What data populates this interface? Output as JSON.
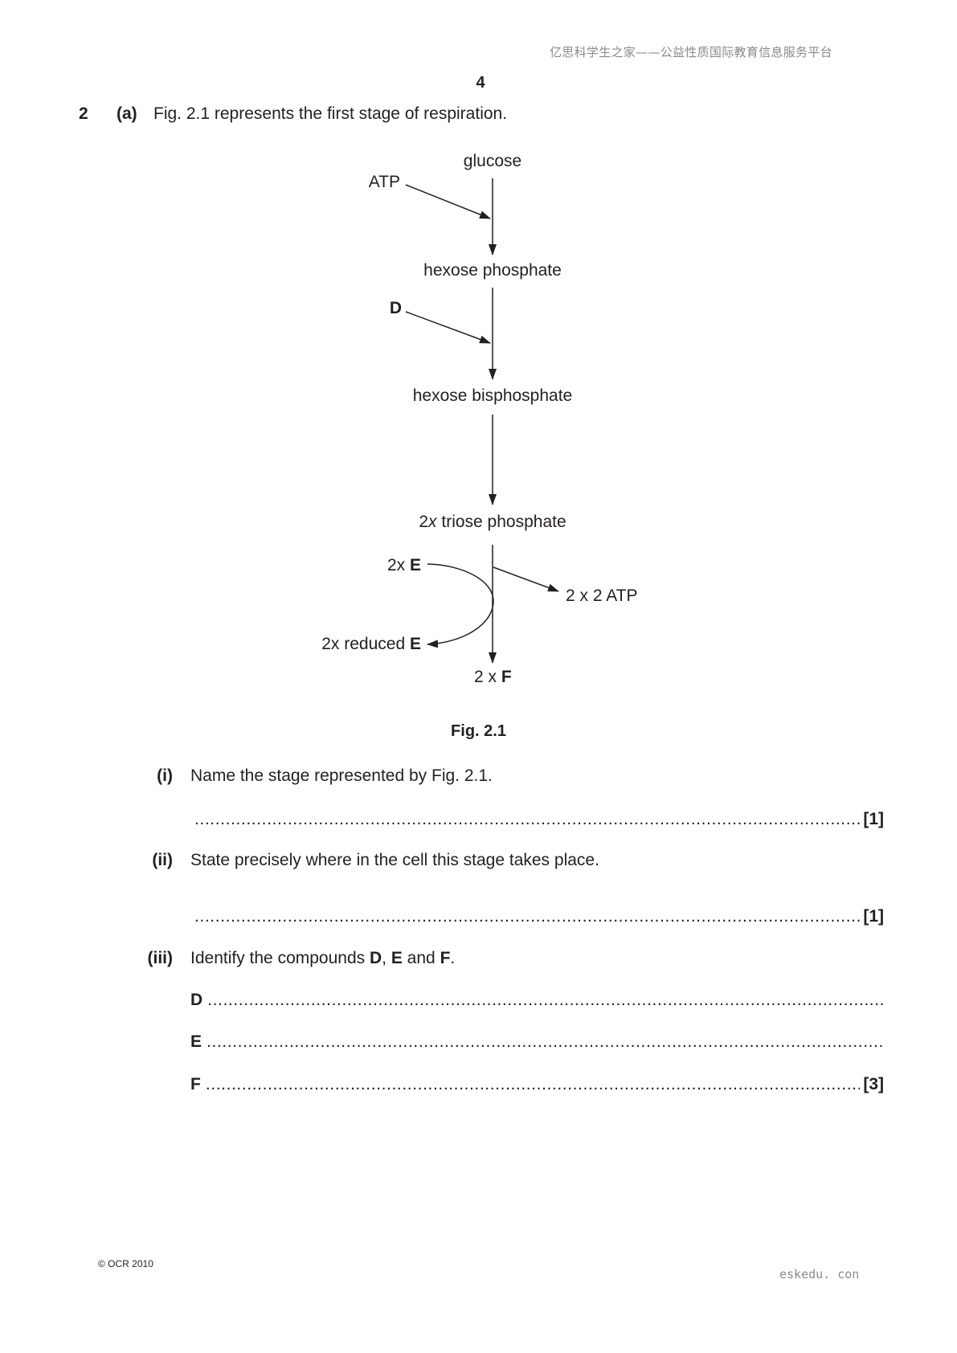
{
  "header": {
    "watermark": "亿思科学生之家——公益性质国际教育信息服务平台",
    "page_number": "4"
  },
  "question": {
    "number": "2",
    "part": "(a)",
    "intro": "Fig. 2.1 represents the first stage of respiration."
  },
  "figure": {
    "labels": {
      "glucose": "glucose",
      "atp_in": "ATP",
      "hexose_phosphate": "hexose phosphate",
      "d_in": "D",
      "hexose_bisphosphate": "hexose bisphosphate",
      "triose_prefix": "2",
      "triose_x": "x",
      "triose_rest": " triose phosphate",
      "e_prefix": "2x ",
      "e_letter": "E",
      "atp_out": "2 x  2 ATP",
      "reduced_prefix": "2x reduced ",
      "reduced_letter": "E",
      "f_prefix": "2 x ",
      "f_letter": "F"
    },
    "caption": "Fig. 2.1"
  },
  "subquestions": [
    {
      "label": "(i)",
      "text": "Name the stage represented by Fig. 2.1.",
      "mark": "[1]"
    },
    {
      "label": "(ii)",
      "text": "State precisely where in the cell this stage takes place.",
      "mark": "[1]"
    },
    {
      "label": "(iii)",
      "text_before": "Identify the compounds ",
      "d": "D",
      "comma": ", ",
      "e": "E",
      "and": " and ",
      "f": "F",
      "end": ".",
      "mark": "[3]"
    }
  ],
  "answer_letters": {
    "d": "D",
    "e": "E",
    "f": "F"
  },
  "footer": {
    "copyright": "© OCR 2010",
    "site": "eskedu. con"
  }
}
